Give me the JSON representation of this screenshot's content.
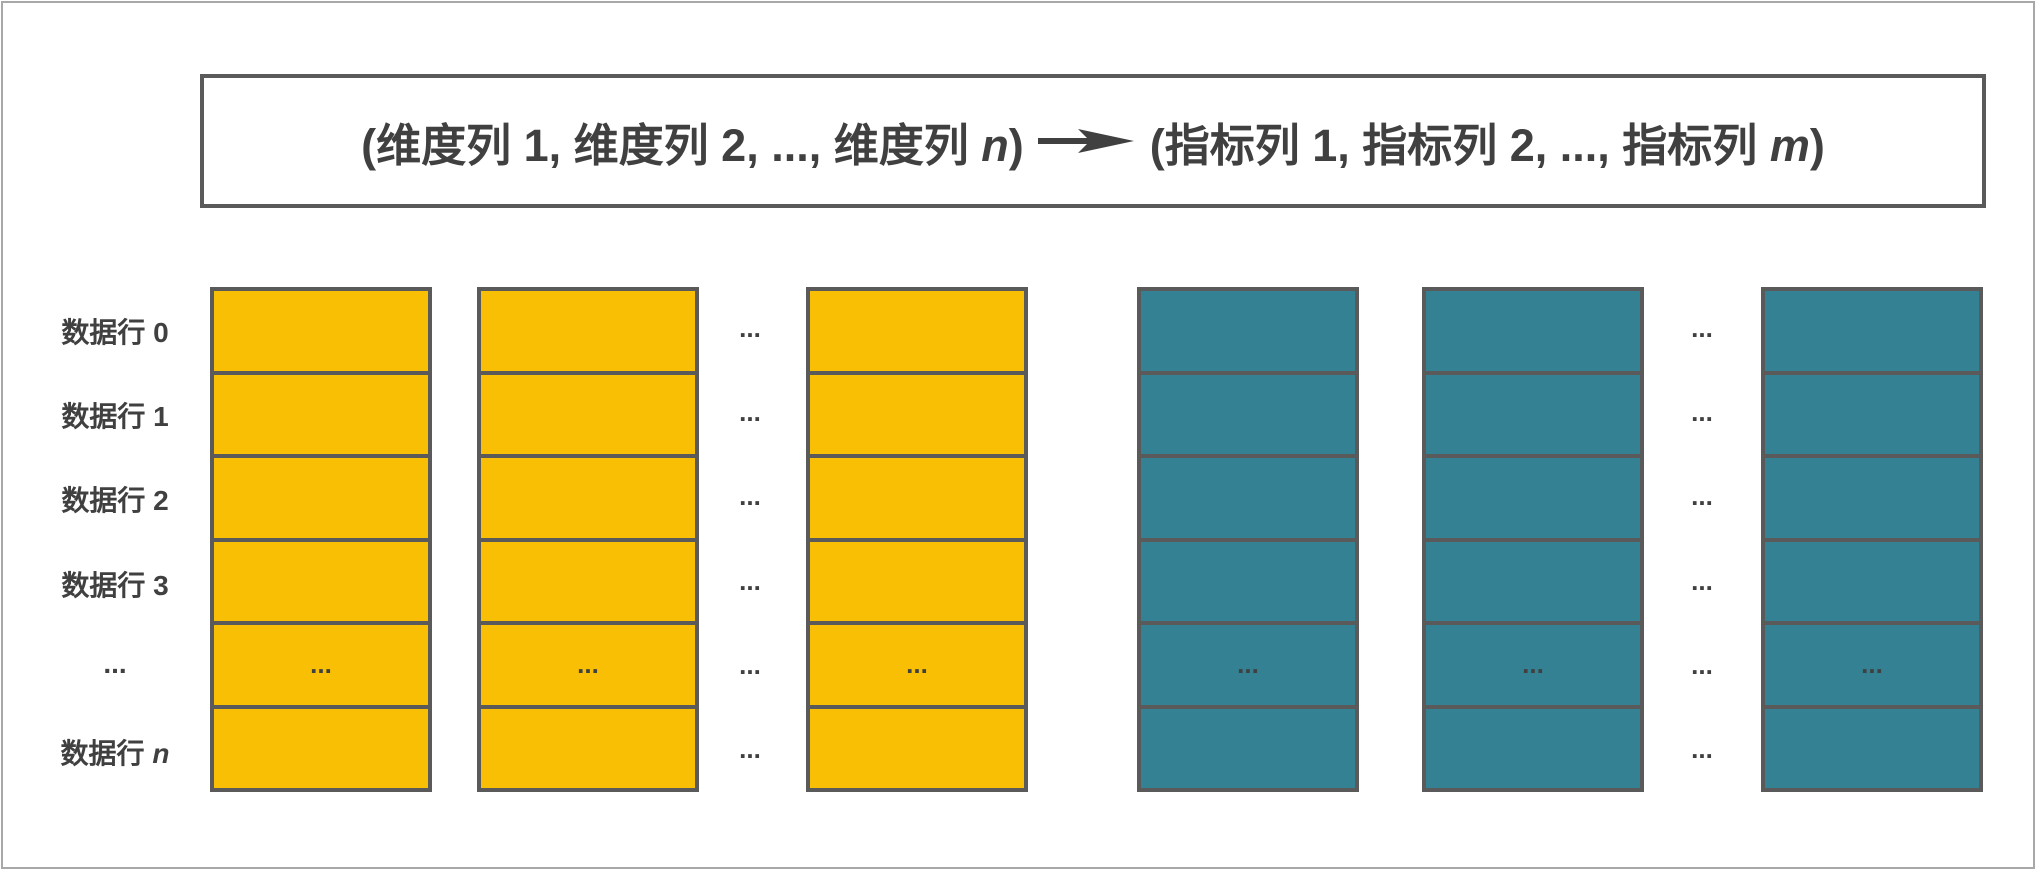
{
  "header": {
    "left_text": "(维度列 1, 维度列 2, ..., 维度列 ",
    "left_var": "n",
    "left_close": ")",
    "right_text": "(指标列 1, 指标列 2, ..., 指标列 ",
    "right_var": "m",
    "right_close": ")",
    "arrow_icon": "arrow-right-icon"
  },
  "rows": [
    {
      "label": "数据行 0",
      "var": ""
    },
    {
      "label": "数据行 1",
      "var": ""
    },
    {
      "label": "数据行 2",
      "var": ""
    },
    {
      "label": "数据行 3",
      "var": ""
    },
    {
      "label": "...",
      "var": ""
    },
    {
      "label": "数据行 ",
      "var": "n"
    }
  ],
  "ellipsis": "...",
  "ellipsis_row_index": 4,
  "dimension_columns": 3,
  "metric_columns": 3,
  "colors": {
    "dimension": "#F9BF05",
    "metric": "#338193",
    "border": "#5a5a5a",
    "text": "#404040"
  }
}
